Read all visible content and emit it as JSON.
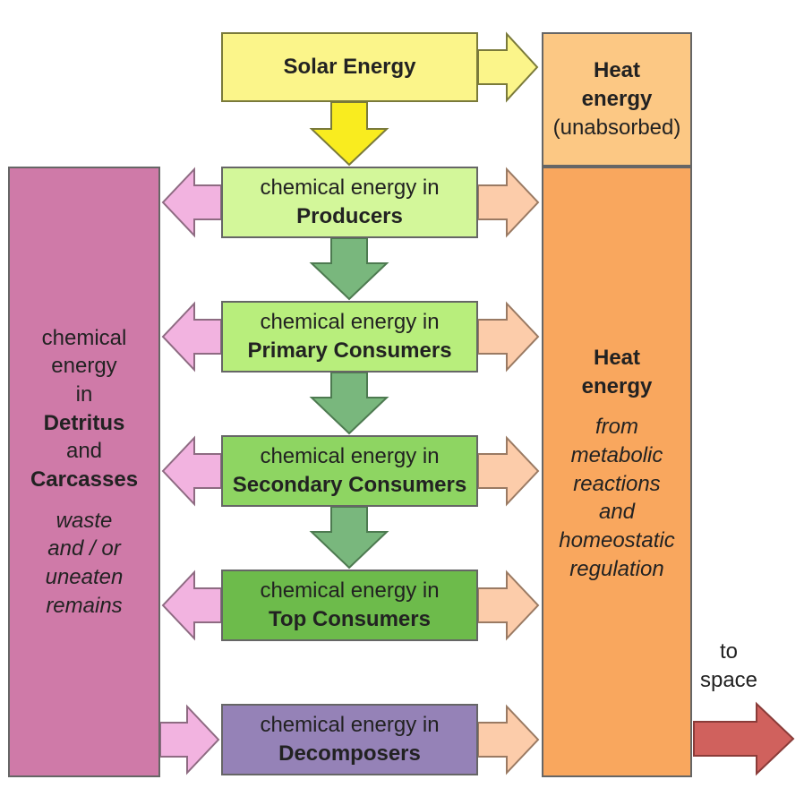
{
  "solar": {
    "label": "Solar Energy"
  },
  "heat_unabsorbed": {
    "line1": "Heat",
    "line2": "energy",
    "line3": "(unabsorbed)"
  },
  "producers": {
    "line1": "chemical energy in",
    "line2": "Producers"
  },
  "primary": {
    "line1": "chemical energy in",
    "line2": "Primary Consumers"
  },
  "secondary": {
    "line1": "chemical energy in",
    "line2": "Secondary Consumers"
  },
  "top": {
    "line1": "chemical energy in",
    "line2": "Top Consumers"
  },
  "decomposers": {
    "line1": "chemical energy in",
    "line2": "Decomposers"
  },
  "detritus": {
    "l1": "chemical",
    "l2": "energy",
    "l3": "in",
    "l4": "Detritus",
    "l5": "and",
    "l6": "Carcasses",
    "i1": "waste",
    "i2": "and / or",
    "i3": "uneaten",
    "i4": "remains"
  },
  "heat_metabolic": {
    "line1": "Heat",
    "line2": "energy",
    "i1": "from",
    "i2": "metabolic",
    "i3": "reactions",
    "i4": "and",
    "i5": "homeostatic",
    "i6": "regulation"
  },
  "space": {
    "line1": "to",
    "line2": "space"
  },
  "colors": {
    "yellow_arrow": "#f9ec1f",
    "green_arrow": "#79b77d",
    "pink_arrow": "#f2b3e0",
    "peach_arrow": "#fcccaa",
    "red_arrow": "#d0615d"
  }
}
